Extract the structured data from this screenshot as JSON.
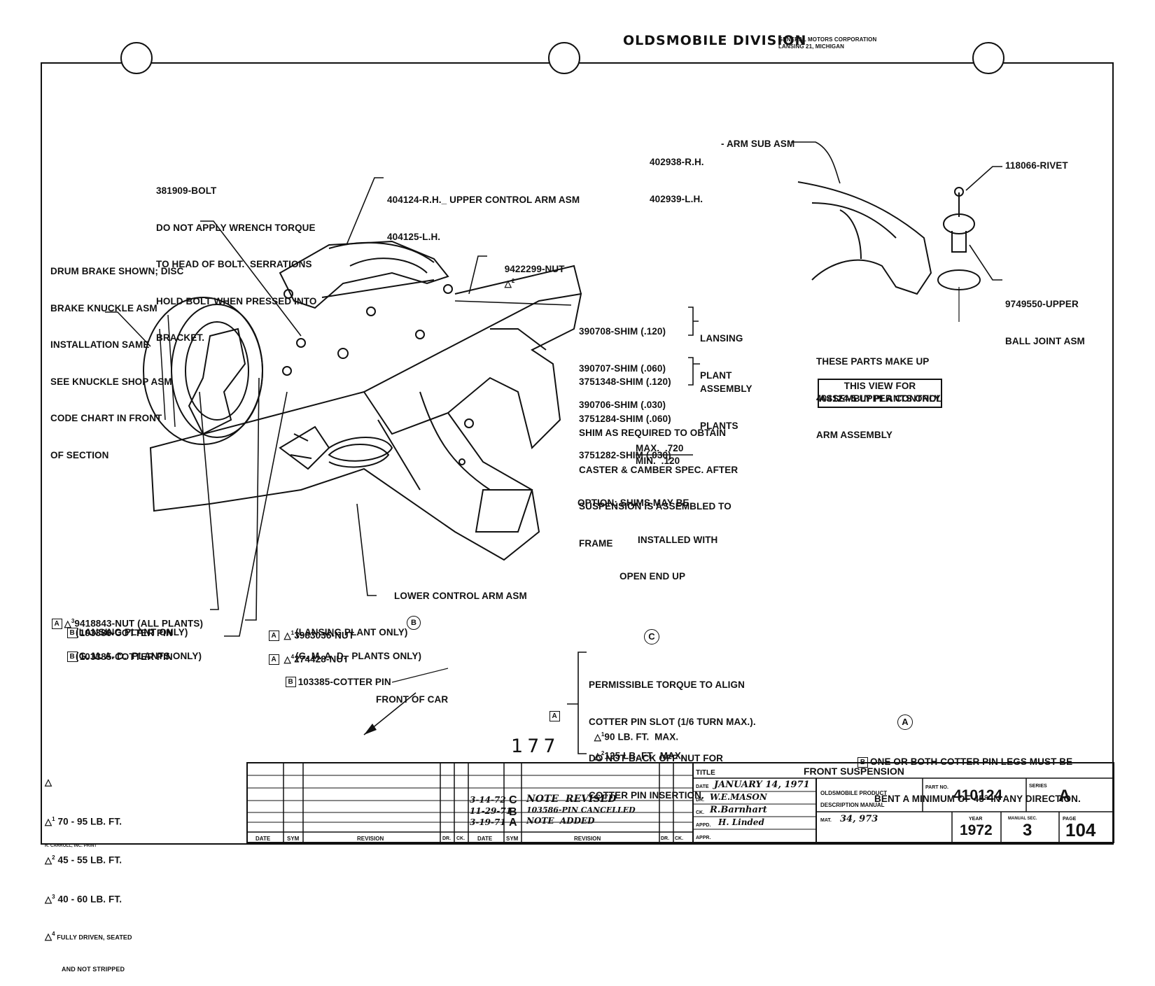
{
  "header": {
    "division": "OLDSMOBILE DIVISION",
    "corp_line1": "GENERAL MOTORS CORPORATION",
    "corp_line2": "LANSING 21, MICHIGAN"
  },
  "callouts": {
    "bolt": [
      "381909-BOLT",
      "DO NOT APPLY WRENCH TORQUE",
      "TO HEAD OF BOLT.  SERRATIONS",
      "HOLD BOLT WHEN PRESSED INTO",
      "BRACKET."
    ],
    "drum": [
      "DRUM BRAKE SHOWN; DISC",
      "BRAKE KNUCKLE ASM",
      "INSTALLATION SAME",
      "SEE KNUCKLE SHOP ASM",
      "CODE CHART IN FRONT",
      "OF SECTION"
    ],
    "upper_arm": [
      "404124-R.H._ UPPER CONTROL ARM ASM",
      "404125-L.H."
    ],
    "nut_top": "9422299-NUT",
    "shims_lansing": [
      "390708-SHIM (.120)",
      "390707-SHIM (.060)",
      "390706-SHIM (.030)"
    ],
    "lansing_plant": [
      "LANSING",
      "PLANT"
    ],
    "shims_assembly": [
      "3751348-SHIM (.120)",
      "3751284-SHIM (.060)",
      "3751282-SHIM (.030)"
    ],
    "assembly_plants": [
      "ASSEMBLY",
      "PLANTS"
    ],
    "shim_note": [
      "SHIM AS REQUIRED TO OBTAIN",
      "CASTER & CAMBER SPEC. AFTER",
      "SUSPENSION IS ASSEMBLED TO",
      "FRAME"
    ],
    "shim_max": "MAX.  .720",
    "shim_min": "MIN.  .120",
    "option": [
      "OPTION: SHIMS MAY BE",
      "INSTALLED WITH",
      "OPEN END UP"
    ],
    "arm_sub": [
      "402938-R.H.",
      "402939-L.H."
    ],
    "arm_sub_label": "- ARM SUB ASM",
    "rivet": "118066-RIVET",
    "ball_joint": [
      "9749550-UPPER",
      "BALL JOINT ASM"
    ],
    "these_parts": [
      "THESE PARTS MAKE UP",
      "404124-5 UPPER CONTROL",
      "ARM ASSEMBLY"
    ],
    "this_view": [
      "THIS VIEW FOR",
      "ASSEMBLY PLANTS ONLY"
    ],
    "lower_arm": "LOWER CONTROL ARM ASM",
    "nut_all": "9418843-NUT (ALL PLANTS)",
    "pin1": "103386-COTTER PIN",
    "pin1_note": "(LANSING PLANT ONLY)",
    "pin2": "103385-COTTER PIN",
    "pin2_note": "(G. M. A. D.  PLANTS ONLY)",
    "nut_3983036": "3983036-NUT",
    "nut_3983036_note": "(LANSING PLANT ONLY)",
    "nut_274428": "274428-NUT",
    "nut_274428_note": "(G. M. A. D.  PLANTS ONLY)",
    "pin3": "103385-COTTER PIN",
    "front_of_car": "FRONT OF CAR",
    "torque_note": [
      "PERMISSIBLE TORQUE TO ALIGN",
      "COTTER PIN SLOT (1/6 TURN MAX.).",
      "DO NOT BACK OFF NUT FOR",
      "COTTER PIN INSERTION."
    ],
    "torque_90": "90 LB. FT.  MAX.",
    "torque_125": "125 LB. FT.  MAX.",
    "cotter_legs": [
      "ONE OR BOTH COTTER PIN LEGS MUST BE",
      "BENT A MINIMUM OF 45° IN ANY DIRECTION."
    ],
    "marks": {
      "A": "A",
      "B": "B",
      "C": "C",
      "t1": "1",
      "t2": "2",
      "t3": "3",
      "t4": "4"
    }
  },
  "legend": [
    "70 - 95 LB. FT.",
    "45 - 55 LB. FT.",
    "40 - 60 LB. FT.",
    "FULLY DRIVEN, SEATED",
    "AND NOT STRIPPED"
  ],
  "page_number": "177",
  "footer_credit": "R. CARROLL, INC. PRINT",
  "revisions": [
    {
      "date": "3-14-72",
      "sym": "C",
      "text": "NOTE  REVISED"
    },
    {
      "date": "11-29-71",
      "sym": "B",
      "text": "103586-PIN CANCELLED"
    },
    {
      "date": "3-19-71",
      "sym": "A",
      "text": "NOTE  ADDED"
    }
  ],
  "rev_headers": {
    "date": "DATE",
    "sym": "SYM",
    "revision": "REVISION",
    "dr": "DR.",
    "ck": "CK."
  },
  "title_block": {
    "title_label": "TITLE",
    "title": "FRONT SUSPENSION",
    "date_label": "DATE",
    "date": "JANUARY 14, 1971",
    "dr_label": "DR.",
    "drawn_by": "W.E.MASON",
    "ck_label": "CK.",
    "checked_by": "R.Barnhart",
    "appd_label": "APPD.",
    "approved_by": "H. Linded",
    "appr_label": "APPR.",
    "manual_line1": "OLDSMOBILE PRODUCT",
    "manual_line2": "DESCRIPTION MANUAL",
    "part_label": "PART NO.",
    "part_no": "410124",
    "series_label": "SERIES",
    "series": "A",
    "mat_label": "MAT.",
    "mat": "34, 973",
    "year_label": "YEAR",
    "year": "1972",
    "manual_sec_label": "MANUAL SEC.",
    "manual_sec": "3",
    "page_label": "PAGE",
    "page": "104"
  }
}
